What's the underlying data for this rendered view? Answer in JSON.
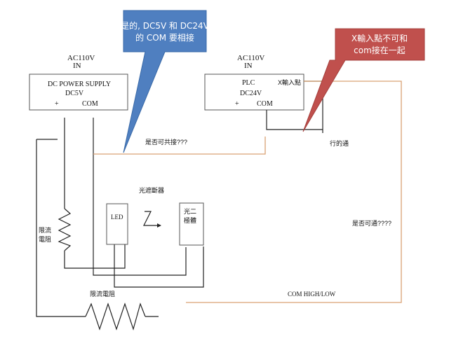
{
  "power_supply": {
    "ac_label": "AC110V",
    "ac_in": "IN",
    "title": "DC POWER SUPPLY",
    "voltage": "DC5V",
    "plus": "+",
    "com": "COM"
  },
  "plc": {
    "ac_label": "AC110V",
    "ac_in": "IN",
    "title": "PLC",
    "input": "X輸入點",
    "voltage": "DC24V",
    "plus": "+",
    "com": "COM"
  },
  "callouts": {
    "blue_line1": "是的, DC5V 和 DC24V",
    "blue_line2": "的 COM 要相接",
    "red_line1": "X輸入點不可和",
    "red_line2": "com接在一起"
  },
  "annotations": {
    "common_question": "是否可共接???",
    "works": "行的通",
    "feasible_question": "是否可通????",
    "com_high_low": "COM HIGH/LOW",
    "photo_interrupter": "光遮斷器",
    "led": "LED",
    "phototransistor_line1": "光二",
    "phototransistor_line2": "極體",
    "resistor_left_line1": "限流",
    "resistor_left_line2": "電阻",
    "resistor_bottom": "限流電阻"
  },
  "colors": {
    "blue_callout": "#4f7fc0",
    "red_callout": "#c0504d",
    "orange_wire": "#d9a273"
  }
}
